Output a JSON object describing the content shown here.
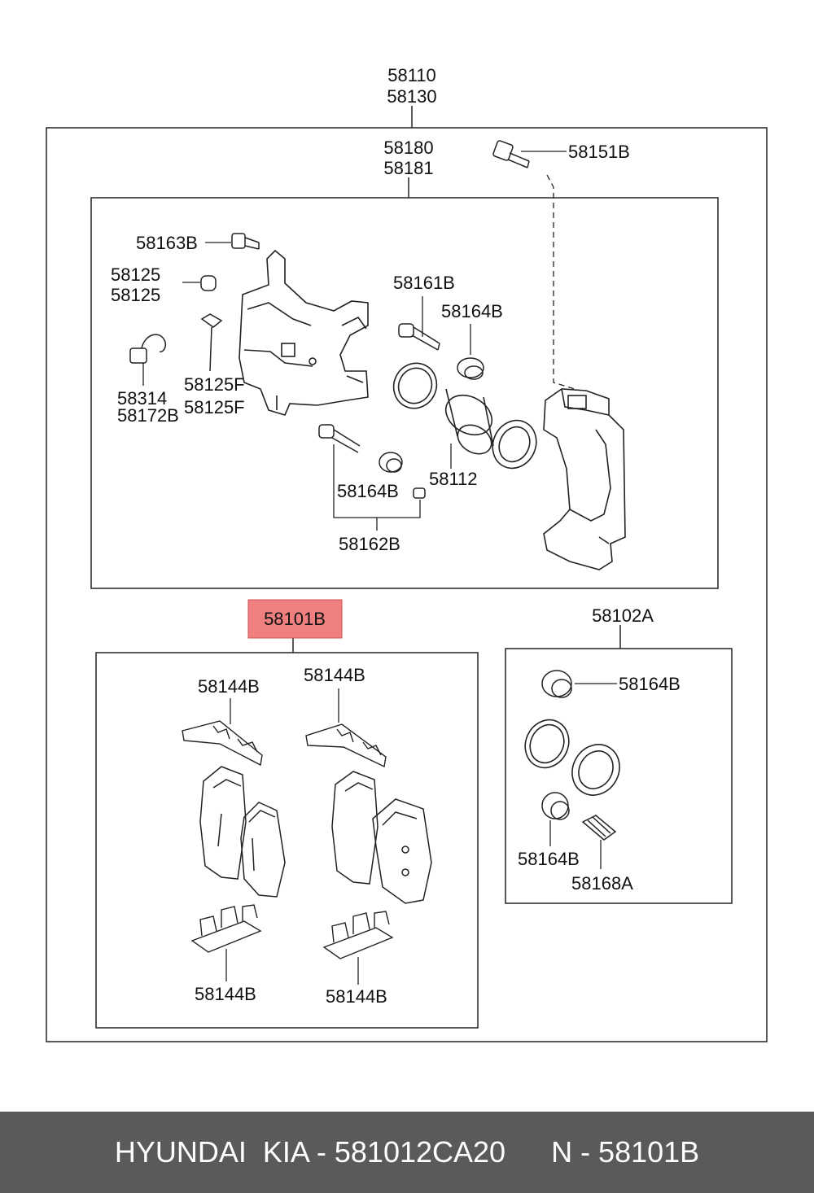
{
  "assembly": {
    "labels": [
      "58110",
      "58130"
    ]
  },
  "caliper_kit": {
    "labels": [
      "58180",
      "58181"
    ]
  },
  "parts": {
    "p58151B": "58151B",
    "p58163B": "58163B",
    "p58125": [
      "58125",
      "58125"
    ],
    "p58125F": [
      "58125F",
      "58125F"
    ],
    "p58314": [
      "58314",
      "58172B"
    ],
    "p58161B": "58161B",
    "p58164B_upper": "58164B",
    "p58164B_lower": "58164B",
    "p58112": "58112",
    "p58162B": "58162B"
  },
  "pad_kit": {
    "label": "58101B",
    "highlight_color": "#f08080",
    "clips": [
      "58144B",
      "58144B",
      "58144B",
      "58144B"
    ]
  },
  "seal_kit": {
    "label": "58102A",
    "items": [
      "58164B",
      "58164B",
      "58168A"
    ]
  },
  "footer": {
    "brand": "HYUNDAI  KIA - 581012CA20",
    "ref": "N - 58101B",
    "bg_color": "#5a5a5a"
  }
}
